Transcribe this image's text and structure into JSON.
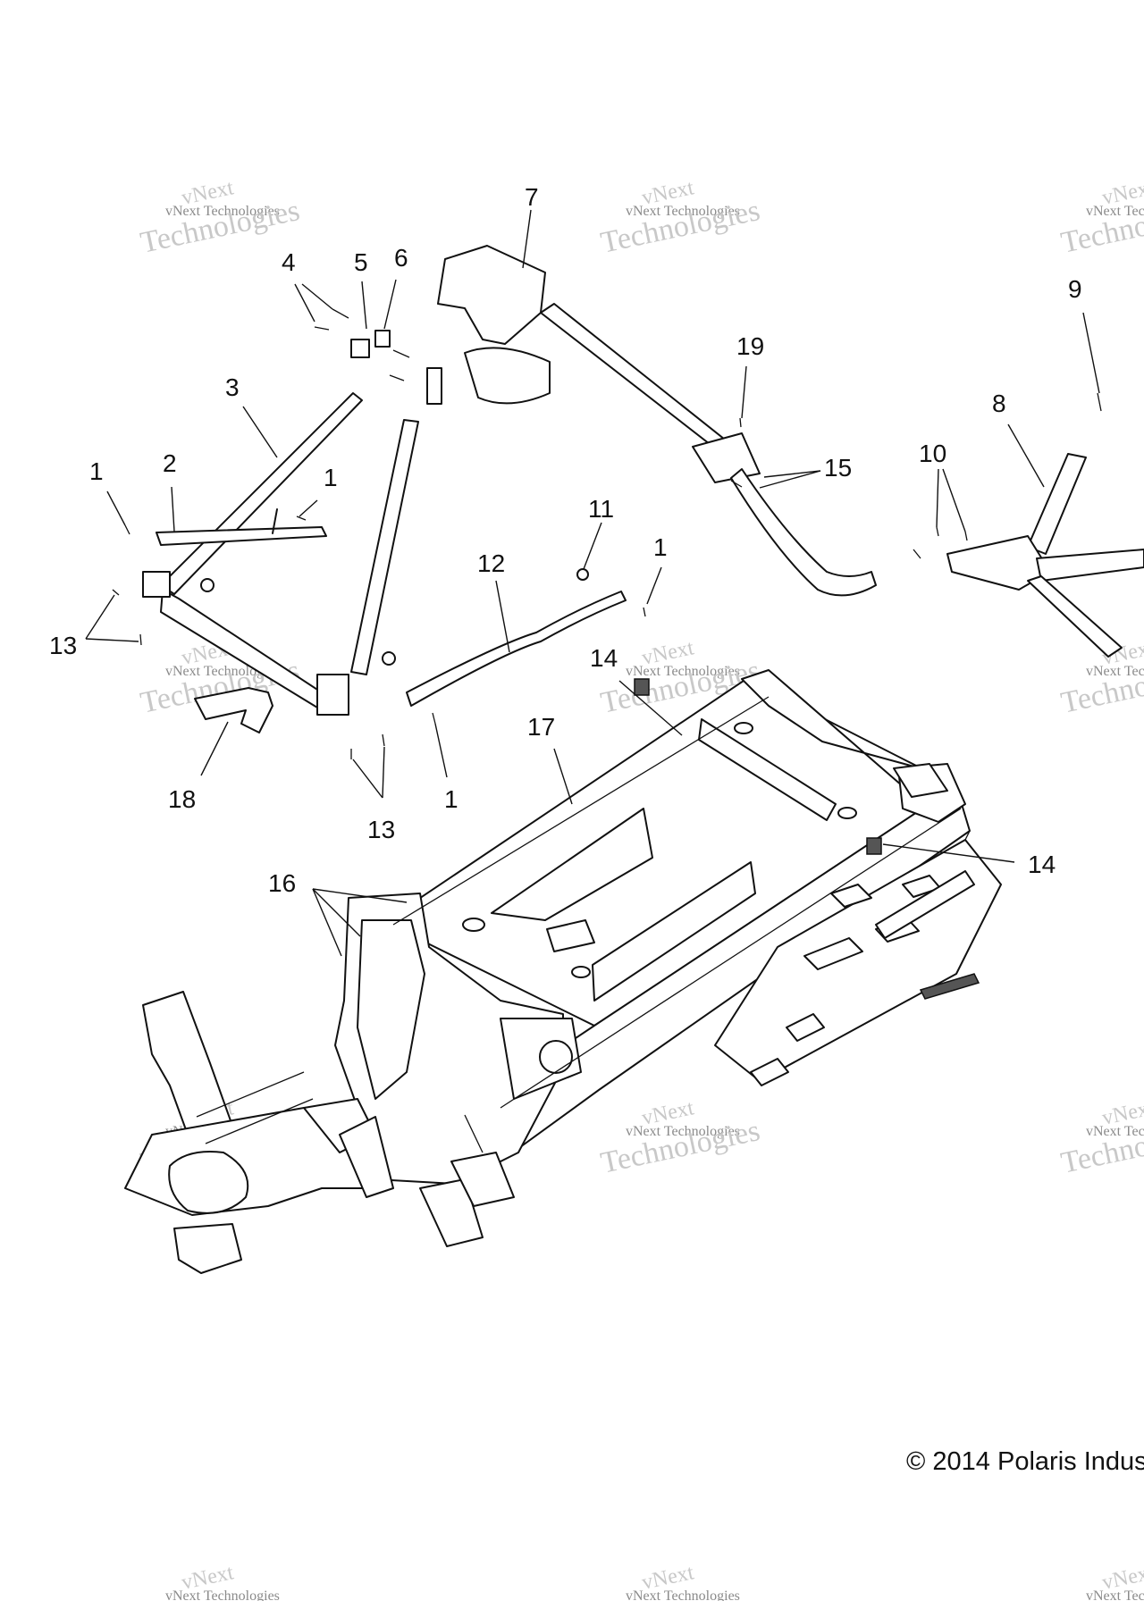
{
  "diagram": {
    "callouts": [
      "1",
      "2",
      "1",
      "3",
      "4",
      "5",
      "6",
      "7",
      "19",
      "15",
      "9",
      "8",
      "10",
      "11",
      "1",
      "12",
      "13",
      "14",
      "18",
      "17",
      "13",
      "1",
      "14",
      "16"
    ],
    "watermark": {
      "line1": "vNext",
      "line2": "vNext Technologies",
      "line3": "Technologies"
    },
    "copyright": "© 2014 Polaris Indus"
  }
}
